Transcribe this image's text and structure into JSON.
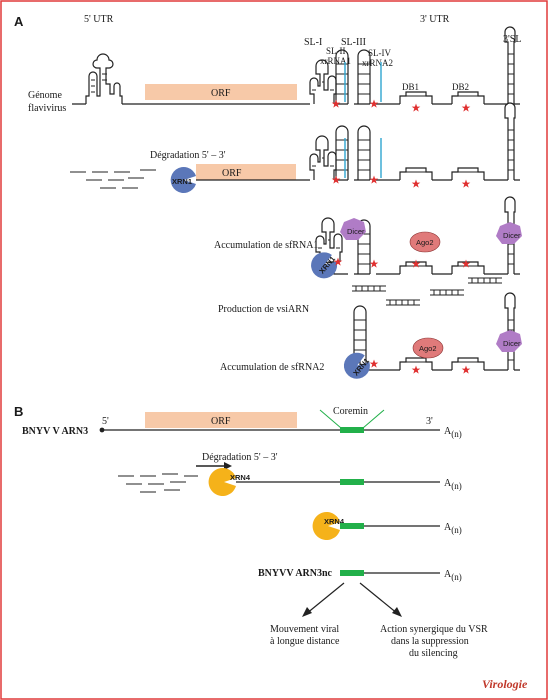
{
  "panels": {
    "a": "A",
    "b": "B"
  },
  "panel_a": {
    "utr5": "5' UTR",
    "utr3": "3' UTR",
    "sl1": "SL-I",
    "sl2": "SL-II",
    "xrrna1": "xrRNA1",
    "sl3": "SL-III",
    "sl4": "SL-IV",
    "xrrna2": "xrRNA2",
    "sl3prime": "3'SL",
    "db1": "DB1",
    "db2": "DB2",
    "genome_line1": "Génome",
    "genome_line2": "flavivirus",
    "orf": "ORF",
    "degradation": "Dégradation 5' – 3'",
    "xrn1": "XRN1",
    "accum1": "Accumulation de sfRNA1",
    "production": "Production de vsiARN",
    "accum2": "Accumulation de sfRNA2",
    "dicer": "Dicer",
    "ago2": "Ago2"
  },
  "panel_b": {
    "rna3_label": "BNYV V ARN3",
    "five_prime": "5'",
    "three_prime": "3'",
    "orf": "ORF",
    "coremin": "Coremin",
    "poly_a": "A",
    "poly_a_sub": "(n)",
    "degradation": "Dégradation 5' – 3'",
    "xrn4": "XRN4",
    "ncrna_label": "BNYVV ARN3nc",
    "outcome_left_1": "Mouvement viral",
    "outcome_left_2": "à longue distance",
    "outcome_right_1": "Action synergique du VSR",
    "outcome_right_2": "dans la suppression",
    "outcome_right_3": "du silencing"
  },
  "logo": {
    "text": "Virologie"
  },
  "colors": {
    "frame": "#e03a3a",
    "orf": "#f7c9a8",
    "xrn1": "#5b77b9",
    "xrn4": "#f5b21a",
    "dicer": "#b07cc6",
    "ago2": "#e07a7a",
    "coremin": "#22b04a",
    "xrrna_highlight": "#2fa6cf",
    "star": "#e03030"
  }
}
